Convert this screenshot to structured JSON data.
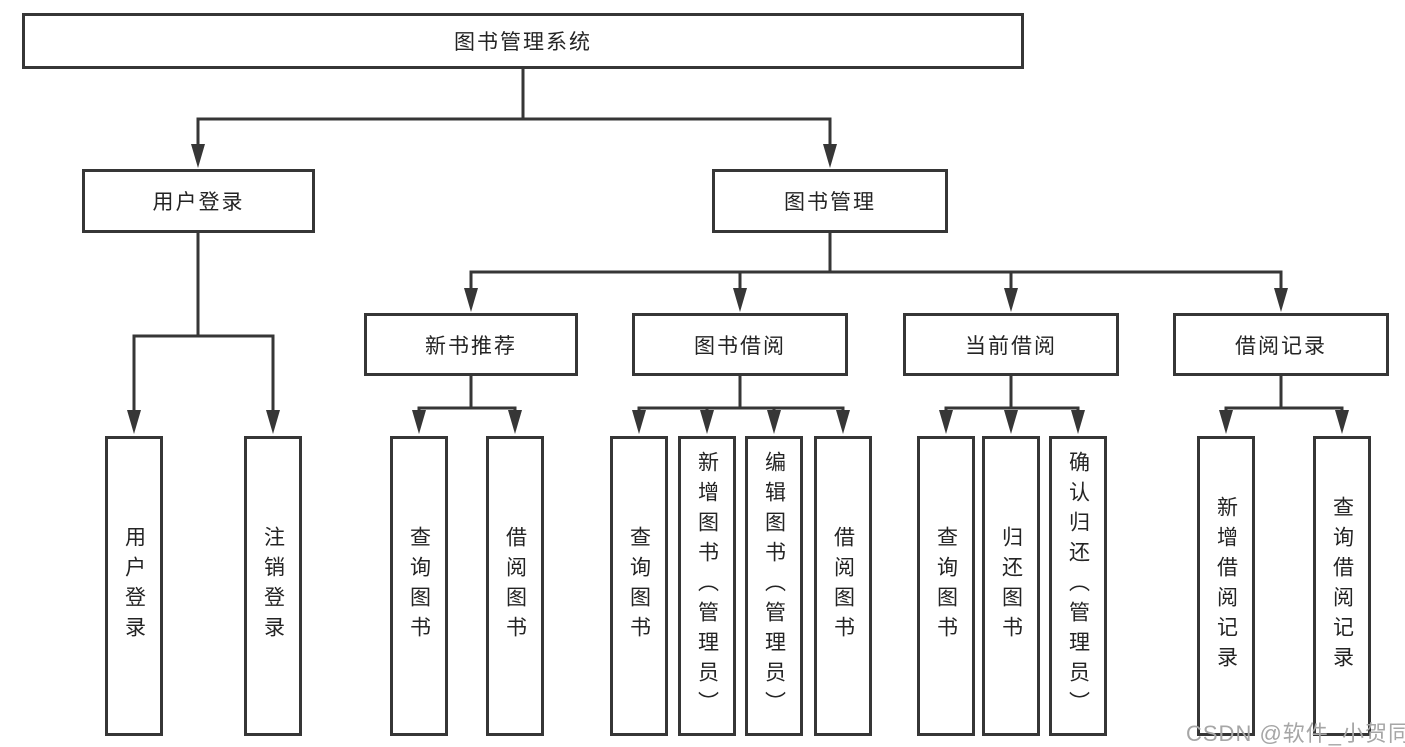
{
  "diagram": {
    "type": "hierarchy-tree",
    "colors": {
      "line": "#363636",
      "box_border": "#363636",
      "text": "#242424",
      "background": "#ffffff",
      "watermark": "#a6a6a6"
    },
    "tree": {
      "root": {
        "label": "图书管理系统"
      },
      "level2": [
        {
          "label": "用户登录",
          "children": [
            {
              "label": "用户登录"
            },
            {
              "label": "注销登录"
            }
          ]
        },
        {
          "label": "图书管理",
          "children": [
            {
              "label": "新书推荐",
              "children": [
                {
                  "label": "查询图书"
                },
                {
                  "label": "借阅图书"
                }
              ]
            },
            {
              "label": "图书借阅",
              "children": [
                {
                  "label": "查询图书"
                },
                {
                  "label": "新增图书（管理员）"
                },
                {
                  "label": "编辑图书（管理员）"
                },
                {
                  "label": "借阅图书"
                }
              ]
            },
            {
              "label": "当前借阅",
              "children": [
                {
                  "label": "查询图书"
                },
                {
                  "label": "归还图书"
                },
                {
                  "label": "确认归还（管理员）"
                }
              ]
            },
            {
              "label": "借阅记录",
              "children": [
                {
                  "label": "新增借阅记录"
                },
                {
                  "label": "查询借阅记录"
                }
              ]
            }
          ]
        }
      ]
    },
    "watermark": {
      "text": "CSDN @软件_小贺同学"
    }
  }
}
